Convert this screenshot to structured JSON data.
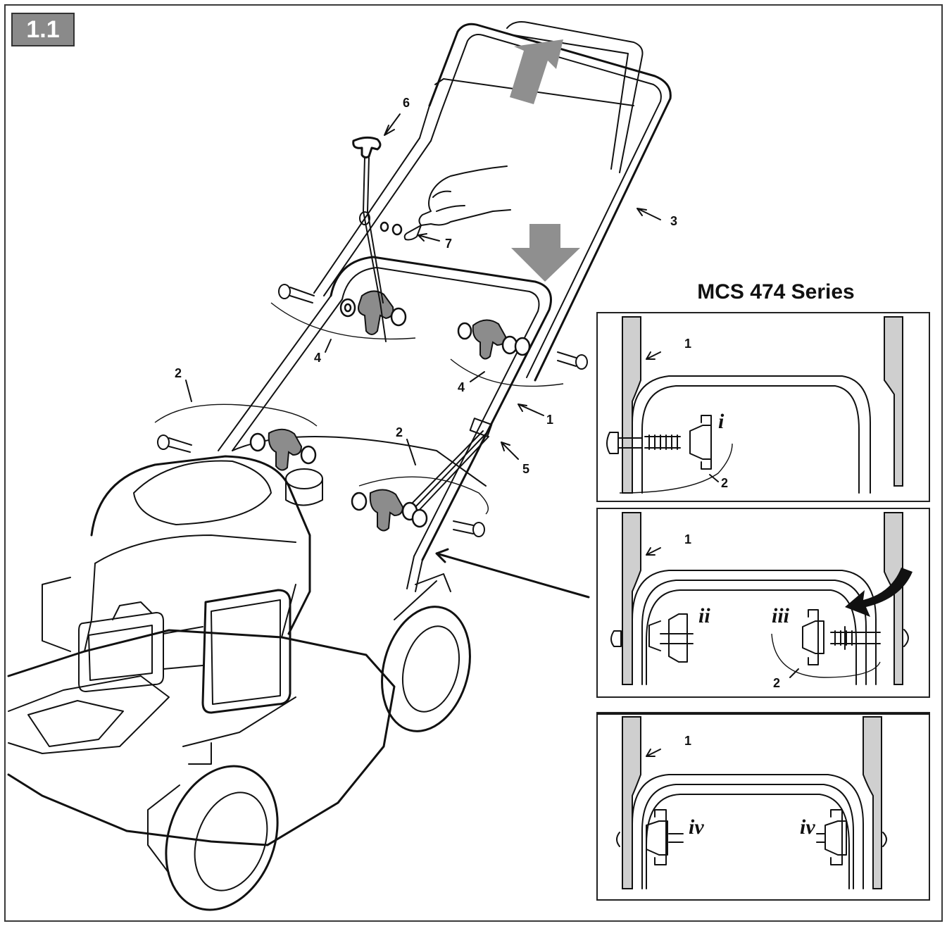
{
  "figure": {
    "number": "1.1"
  },
  "inset": {
    "title": "MCS 474 Series"
  },
  "main_callouts": {
    "c1": "1",
    "c2a": "2",
    "c2b": "2",
    "c3": "3",
    "c4a": "4",
    "c4b": "4",
    "c5": "5",
    "c6": "6",
    "c7": "7"
  },
  "panels": [
    {
      "callout_upright": "1",
      "callout_arc": "2",
      "step": "i"
    },
    {
      "callout_upright": "1",
      "callout_arc": "2",
      "step_left": "ii",
      "step_right": "iii"
    },
    {
      "callout_upright": "1",
      "step_left": "iv",
      "step_right": "iv"
    }
  ],
  "colors": {
    "highlight": "#8f8f8f",
    "line": "#111111",
    "upright_fill": "#cfcfcf"
  }
}
